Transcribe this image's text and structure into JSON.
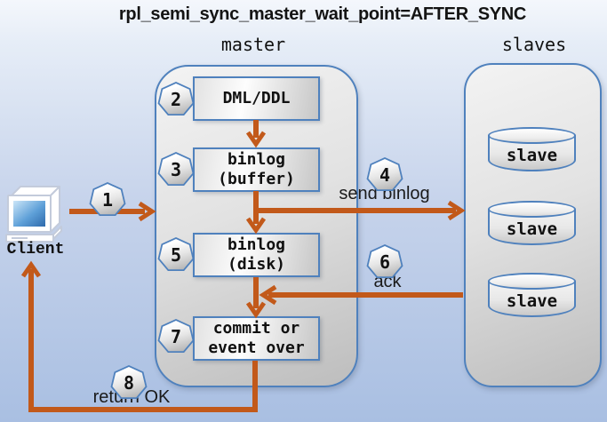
{
  "title": "rpl_semi_sync_master_wait_point=AFTER_SYNC",
  "colors": {
    "arrow": "#C2591A",
    "shape_border": "#4F81BD"
  },
  "client": {
    "label": "Client"
  },
  "master": {
    "section_label": "master",
    "steps": [
      {
        "badge": "2",
        "label": "DML/DDL"
      },
      {
        "badge": "3",
        "label": "binlog\n(buffer)"
      },
      {
        "badge": "5",
        "label": "binlog\n(disk)"
      },
      {
        "badge": "7",
        "label": "commit or\nevent over"
      }
    ]
  },
  "slaves": {
    "section_label": "slaves",
    "nodes": [
      {
        "label": "slave"
      },
      {
        "label": "slave"
      },
      {
        "label": "slave"
      }
    ]
  },
  "flows": {
    "client_request": {
      "badge": "1"
    },
    "send_binlog": {
      "badge": "4",
      "label": "send binlog"
    },
    "ack": {
      "badge": "6",
      "label": "ack"
    },
    "return_ok": {
      "badge": "8",
      "label": "return OK"
    }
  }
}
